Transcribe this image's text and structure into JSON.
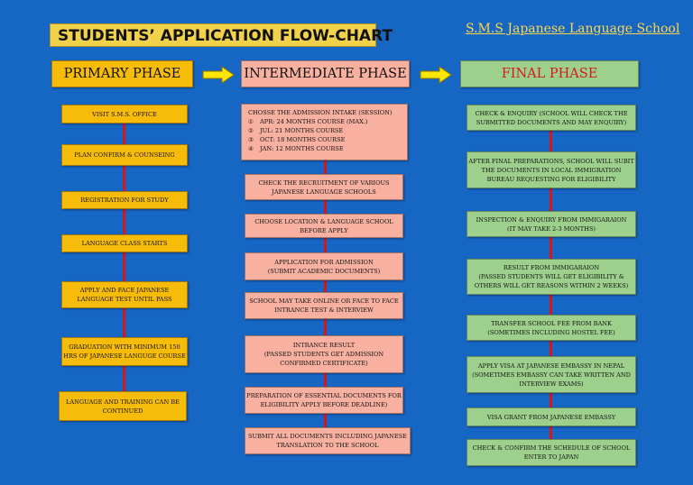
{
  "header": {
    "title": "STUDENTS’ APPLICATION FLOW-CHART",
    "school": "S.M.S Japanese Language School"
  },
  "phases": {
    "primary": "PRIMARY PHASE",
    "intermediate": "INTERMEDIATE PHASE",
    "final": "FINAL PHASE"
  },
  "colors": {
    "background": "#1666c4",
    "primary": "#f7bb0a",
    "intermediate": "#f8b0a0",
    "final": "#9dd08d",
    "connector": "#d81414",
    "arrow": "#ffe600"
  },
  "primary": {
    "s1": "VISIT S.M.S. OFFICE",
    "s2": "PLAN CONFIRM & COUNSEING",
    "s3": "REGISTRATION FOR STUDY",
    "s4": "LANGUAGE CLASS STARTS",
    "s5": [
      "APPLY AND FACE JAPANESE",
      "LANGUAGE TEST UNTIL PASS"
    ],
    "s6": [
      "GRADUATION WITH MINIMUM 150",
      "HRS OF JAPANESE LANGUGE COURSE"
    ],
    "s7": [
      "LANGUAGE AND TRAINING CAN BE",
      "CONTINUED"
    ]
  },
  "intermediate": {
    "intake_title": "CHOSSE THE ADMISSION INTAKE (SESSION)",
    "intakes": [
      {
        "num": "①",
        "text": "APR: 24 MONTHS COURSE (MAX.)"
      },
      {
        "num": "②",
        "text": "JUL: 21 MONTHS COURSE"
      },
      {
        "num": "③",
        "text": "OCT: 18 MONTHS COURSE"
      },
      {
        "num": "④",
        "text": "JAN: 12 MONTHS COURSE"
      }
    ],
    "s2": [
      "CHECK THE RECRUITMENT OF VARIOUS",
      "JAPANESE LANGUAGE SCHOOLS"
    ],
    "s3": [
      "CHOOSE LOCATION & LANGUAGE SCHOOL",
      "BEFORE APPLY"
    ],
    "s4": [
      "APPLICATION FOR ADMISSION",
      "(SUBMIT ACADEMIC DOCUMENTS)"
    ],
    "s5": [
      "SCHOOL MAY TAKE ONLINE OR FACE TO FACE",
      "INTRANCE TEST & INTERVIEW"
    ],
    "s6": [
      "INTRANCE RESULT",
      "(PASSED STUDENTS GET ADMISSION",
      "CONFIRMED CERTIFICATE)"
    ],
    "s7": [
      "PREPARATION OF ESSENTIAL DOCUMENTS FOR",
      "ELIGIBILITY APPLY BEFORE DEADLINE)"
    ],
    "s8": [
      "SUBMIT ALL DOCUMENTS INCLUDING JAPANESE",
      "TRANSLATION TO THE SCHOOL"
    ]
  },
  "final": {
    "s1": [
      "CHECK & ENQUIRY (SCHOOL WILL CHECK THE",
      "SUBMITTED DOCUMENTS AND MAY ENQUIRY)"
    ],
    "s2": [
      "AFTER FINAL PREPARATIONS, SCHOOL WILL SUBIT",
      "THE DOCUMENTS IN LOCAL IMMIGRATION",
      "BUREAU REQUESTING FOR ELIGIBILITY"
    ],
    "s3": [
      "INSPECTION & ENQUIRY FROM IMMIGARAION",
      "(IT MAY TAKE 2-3 MONTHS)"
    ],
    "s4": [
      "RESULT FROM IMMIGARAION",
      "(PASSED STUDENTS WILL GET ELIGIBILITY &",
      "OTHERS WILL GET REASONS WITHIN 2 WEEKS)"
    ],
    "s5": [
      "TRANSFER SCHOOL FEE FROM BANK",
      "(SOMETIMES INCLUDING HOSTEL FEE)"
    ],
    "s6": [
      "APPLY VISA AT JAPANESE EMBASSY IN NEPAL",
      "(SOMETIMES EMBASSY CAN TAKE WRITTEN AND",
      "INTERVIEW EXAMS)"
    ],
    "s7": [
      "VISA GRANT FROM JAPANESE EMBASSY"
    ],
    "s8": [
      "CHECK & CONFIRM THE SCHEDULE OF SCHOOL",
      "ENTER TO JAPAN"
    ]
  }
}
